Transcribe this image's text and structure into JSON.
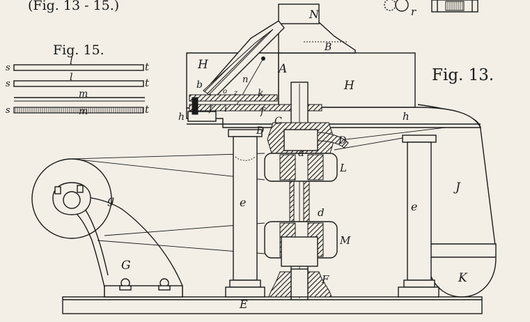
{
  "captions": {
    "top": "(Fig. 13 - 15.)",
    "fig15": "Fig. 15.",
    "fig13": "Fig. 13."
  },
  "labels": {
    "N": "N",
    "B": "B",
    "A": "A",
    "H_left": "H",
    "H_right": "H",
    "b": "b",
    "k": "k",
    "f_right": "f",
    "f_left": "f",
    "i": "i",
    "n": "n",
    "o": "o",
    "h_left": "h",
    "h_right": "h",
    "z": "z",
    "C": "C",
    "D_left": "D",
    "D_right": "D",
    "a": "a",
    "L": "L",
    "J": "J",
    "e_left": "e",
    "e_right": "e",
    "d": "d",
    "M": "M",
    "K": "K",
    "F": "F",
    "E": "E",
    "G": "G",
    "g": "g",
    "r": "r"
  },
  "fig15_parts": {
    "s1": "s",
    "t1": "t",
    "l1": "l",
    "s2": "s",
    "t2": "t",
    "l2": "l",
    "m1": "m",
    "s3": "s",
    "t3": "t",
    "m2": "m"
  },
  "colors": {
    "ink": "#1a1a1a",
    "paper": "#f3efe6"
  }
}
